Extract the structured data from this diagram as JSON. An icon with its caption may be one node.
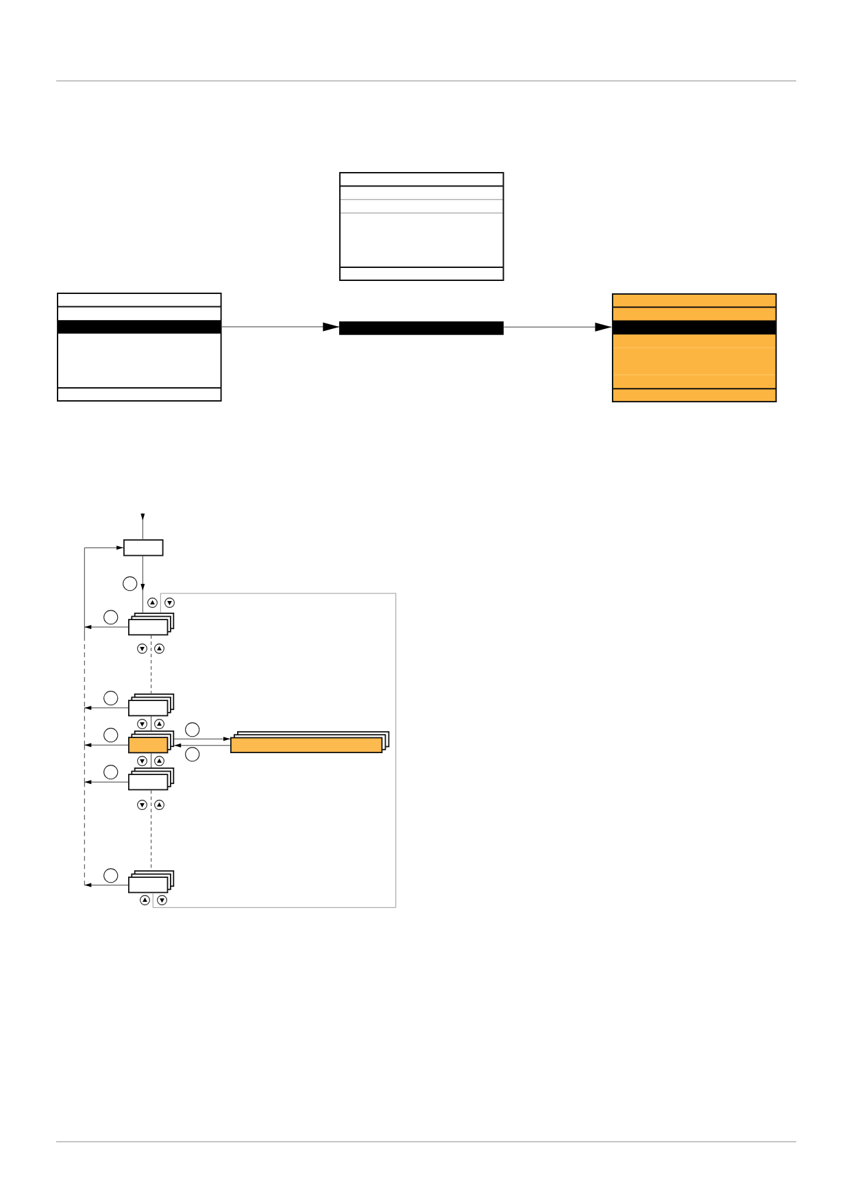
{
  "diagram": {
    "nodes": [
      {
        "text": [],
        "shape": "box"
      },
      {
        "text": [],
        "shape": "box"
      },
      {
        "text": [],
        "shape": "bar"
      },
      {
        "text": [],
        "shape": "box"
      },
      {
        "text": [],
        "shape": "box"
      },
      {
        "text": [],
        "shape": "circle"
      },
      {
        "text": [],
        "shape": "circle"
      },
      {
        "text": [],
        "shape": "box"
      },
      {
        "text": [],
        "shape": "circle"
      },
      {
        "text": [],
        "shape": "box"
      },
      {
        "text": [],
        "shape": "circle"
      },
      {
        "text": [],
        "shape": "circle"
      },
      {
        "text": [],
        "shape": "box"
      },
      {
        "text": [],
        "shape": "box"
      },
      {
        "text": [],
        "shape": "circle"
      },
      {
        "text": [],
        "shape": "circle"
      },
      {
        "text": [],
        "shape": "box"
      },
      {
        "text": [],
        "shape": "circle"
      },
      {
        "text": [],
        "shape": "box"
      }
    ],
    "edges": [
      {
        "from": 1,
        "to": 2,
        "arrow": "to"
      },
      {
        "from": 2,
        "to": 3,
        "arrow": "to"
      },
      {
        "from": null,
        "to": 4,
        "arrow": "to"
      },
      {
        "from": 4,
        "to": 7,
        "arrow": "to"
      },
      {
        "from": 7,
        "to": 4,
        "arrow": "to"
      },
      {
        "from": 9,
        "to": 4,
        "arrow": "to"
      },
      {
        "from": 12,
        "to": 4,
        "arrow": "to"
      },
      {
        "from": 16,
        "to": 4,
        "arrow": "to"
      },
      {
        "from": 18,
        "to": 4,
        "arrow": "to"
      },
      {
        "from": 7,
        "to": 9,
        "arrow": "none",
        "style": "dashed"
      },
      {
        "from": 9,
        "to": 12,
        "arrow": "none"
      },
      {
        "from": 12,
        "to": 16,
        "arrow": "none"
      },
      {
        "from": 16,
        "to": 18,
        "arrow": "none",
        "style": "dashed"
      },
      {
        "from": 12,
        "to": 13,
        "arrow": "to"
      },
      {
        "from": 13,
        "to": 12,
        "arrow": "to"
      },
      {
        "from": 18,
        "to": 7,
        "arrow": "none",
        "color": "#999999"
      }
    ]
  }
}
